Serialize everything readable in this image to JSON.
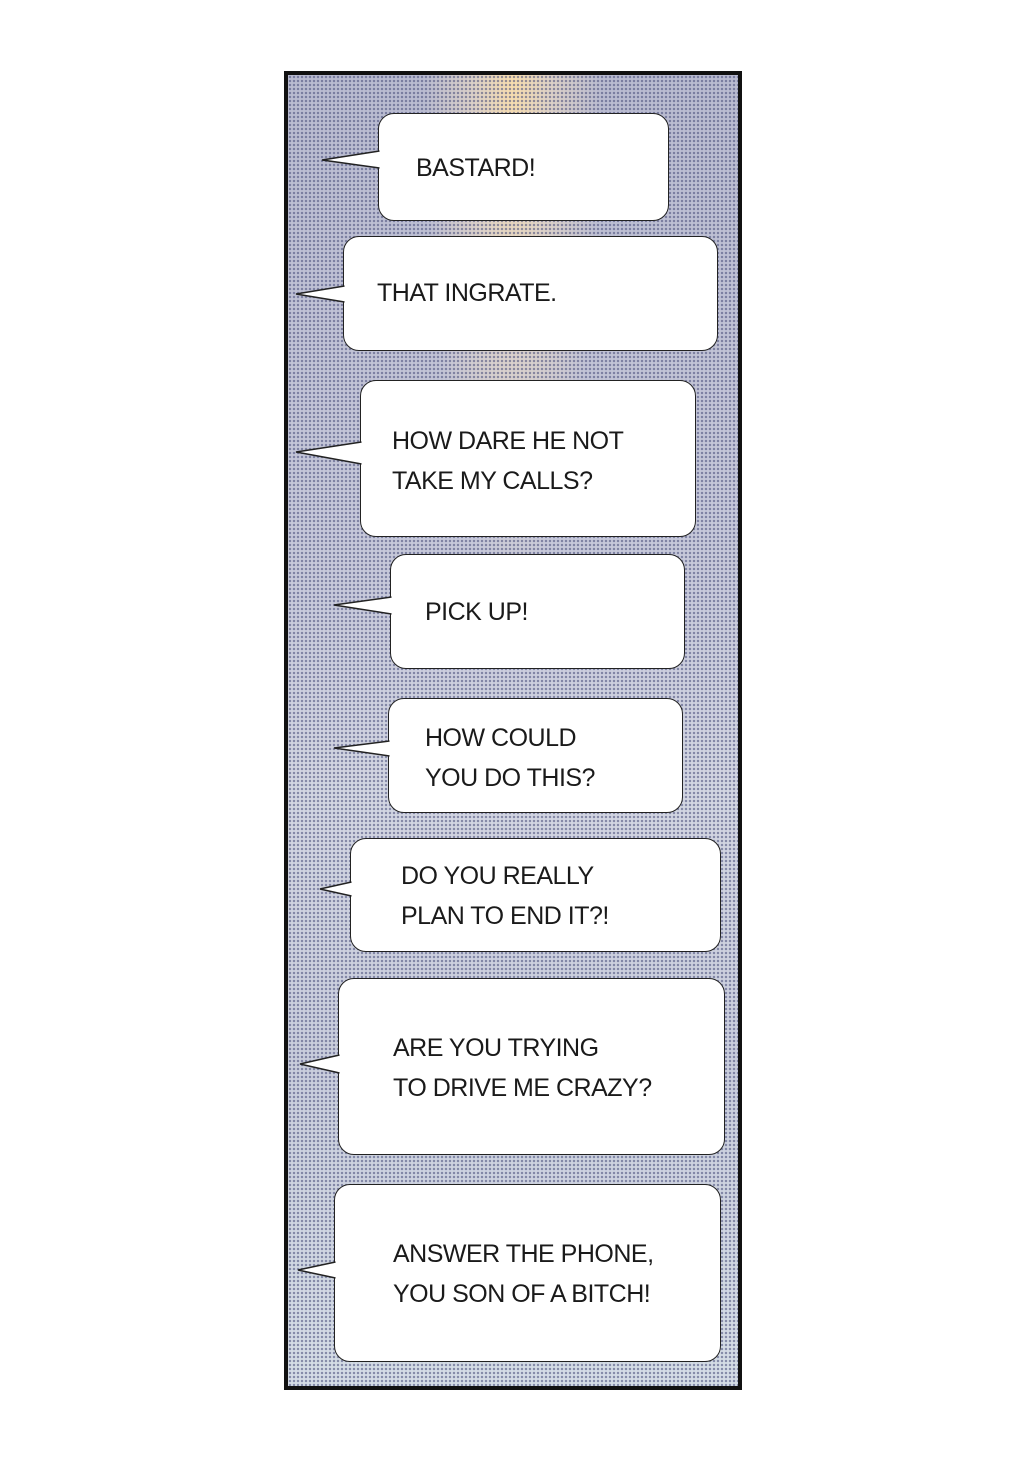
{
  "bubbles": [
    {
      "lines": [
        "BASTARD!"
      ]
    },
    {
      "lines": [
        "THAT INGRATE."
      ]
    },
    {
      "lines": [
        "HOW DARE HE NOT",
        "TAKE MY CALLS?"
      ]
    },
    {
      "lines": [
        "PICK UP!"
      ]
    },
    {
      "lines": [
        "HOW COULD",
        "YOU DO THIS?"
      ]
    },
    {
      "lines": [
        "DO YOU REALLY",
        "PLAN TO END IT?!"
      ]
    },
    {
      "lines": [
        "ARE YOU TRYING",
        "TO DRIVE ME CRAZY?"
      ]
    },
    {
      "lines": [
        "ANSWER THE PHONE,",
        "YOU SON OF A BITCH!"
      ]
    }
  ]
}
